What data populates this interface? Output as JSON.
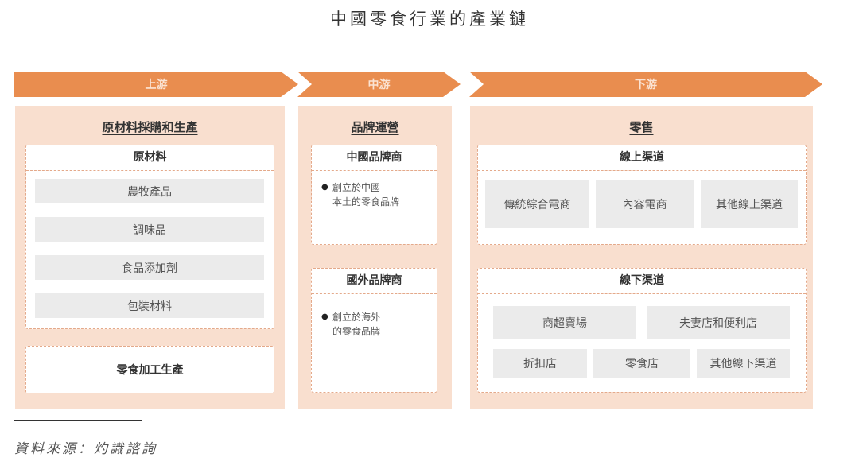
{
  "title": "中國零食行業的產業鏈",
  "stages": [
    {
      "label": "上游",
      "color": "#e98d4f"
    },
    {
      "label": "中游",
      "color": "#e98d4f"
    },
    {
      "label": "下游",
      "color": "#e98d4f"
    }
  ],
  "upstream": {
    "heading": "原材料採購和生產",
    "raw_materials": {
      "title": "原材料",
      "items": [
        "農牧產品",
        "調味品",
        "食品添加劑",
        "包裝材料"
      ]
    },
    "processing": "零食加工生產"
  },
  "midstream": {
    "heading": "品牌運營",
    "domestic": {
      "title": "中國品牌商",
      "bullet_line1": "創立於中國",
      "bullet_line2": "本土的零食品牌"
    },
    "foreign": {
      "title": "國外品牌商",
      "bullet_line1": "創立於海外",
      "bullet_line2": "的零食品牌"
    }
  },
  "downstream": {
    "heading": "零售",
    "online": {
      "title": "線上渠道",
      "items": [
        "傳統綜合電商",
        "內容電商",
        "其他線上渠道"
      ]
    },
    "offline": {
      "title": "線下渠道",
      "items": [
        "商超賣場",
        "夫妻店和便利店",
        "折扣店",
        "零食店",
        "其他線下渠道"
      ]
    }
  },
  "source": "資料來源：灼識諮詢",
  "colors": {
    "arrow": "#e98d4f",
    "panel": "#f9dfcf",
    "dashed_border": "#e4a98a",
    "item_bg": "#ebebeb"
  }
}
